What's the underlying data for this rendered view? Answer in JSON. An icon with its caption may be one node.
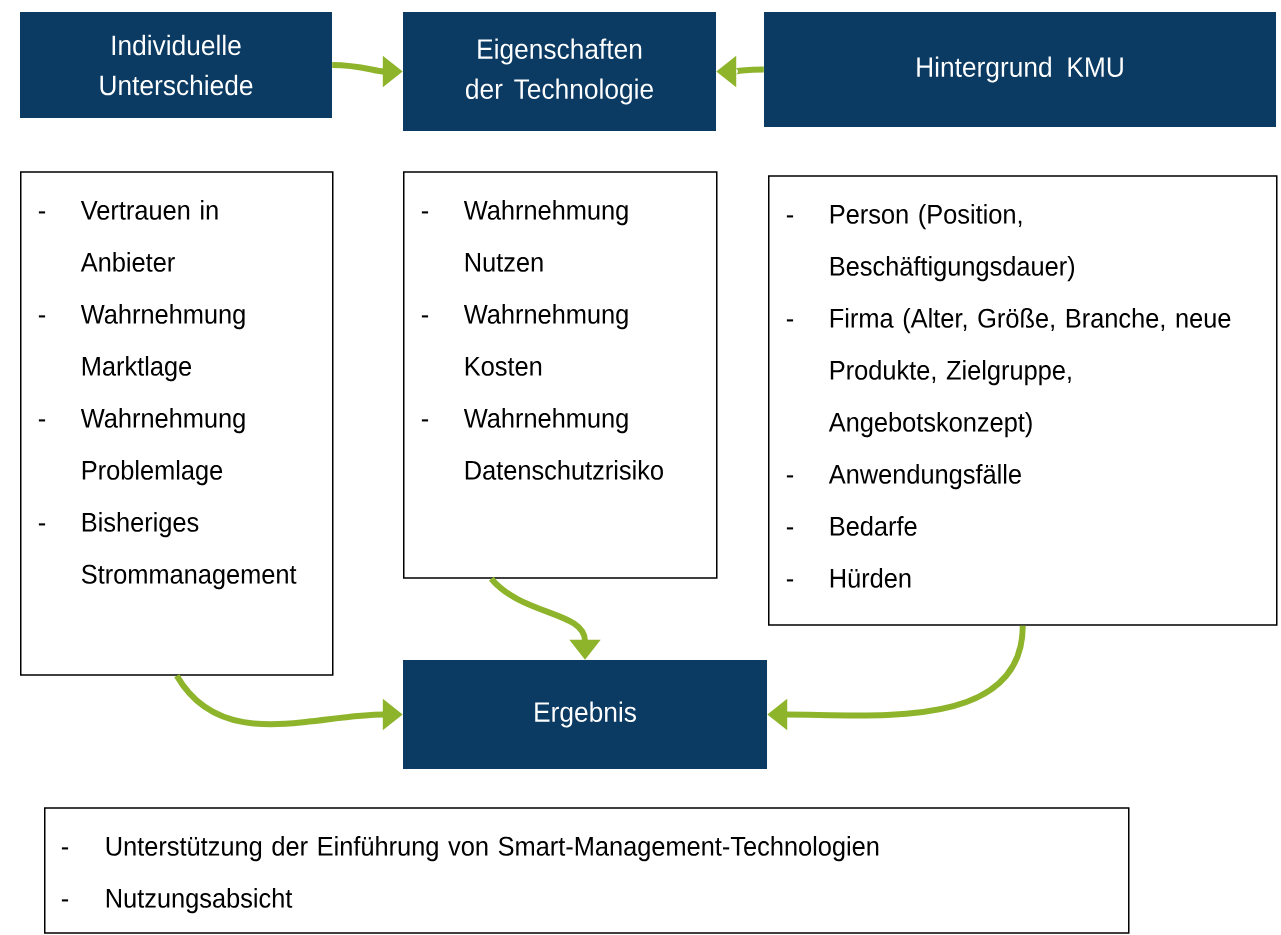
{
  "diagram": {
    "nodes": [
      {
        "text": [
          "Individuelle Unterschiede"
        ]
      },
      {
        "text": [
          "Eigenschaften der Technologie"
        ]
      },
      {
        "text": [
          "Hintergrund KMU"
        ]
      },
      {
        "text": [
          "Vertrauen in Anbieter",
          "Wahrnehmung Marktlage",
          "Wahrnehmung Problemlage",
          "Bisheriges Strommanagement"
        ]
      },
      {
        "text": [
          "Wahrnehmung Nutzen",
          "Wahrnehmung Kosten",
          "Wahrnehmung Datenschutzrisiko"
        ]
      },
      {
        "text": [
          "Person (Position, Beschäftigungsdauer)",
          "Firma (Alter, Größe, Branche, neue Produkte, Zielgruppe, Angebotskonzept)",
          "Anwendungsfälle",
          "Bedarfe",
          "Hürden"
        ]
      },
      {
        "text": [
          "Ergebnis"
        ]
      },
      {
        "text": [
          "Unterstützung der Einführung von Smart-Management-Technologien",
          "Nutzungsabsicht"
        ]
      }
    ],
    "edges": [
      {
        "from": 0,
        "to": 1,
        "arrow": "to"
      },
      {
        "from": 2,
        "to": 1,
        "arrow": "to"
      },
      {
        "from": 3,
        "to": 6,
        "arrow": "to"
      },
      {
        "from": 4,
        "to": 6,
        "arrow": "to"
      },
      {
        "from": 5,
        "to": 6,
        "arrow": "to"
      }
    ],
    "labels": [
      "-",
      "-",
      "-",
      "-",
      "-",
      "-",
      "-",
      "-",
      "-",
      "-",
      "-",
      "-",
      "-",
      "-"
    ]
  }
}
